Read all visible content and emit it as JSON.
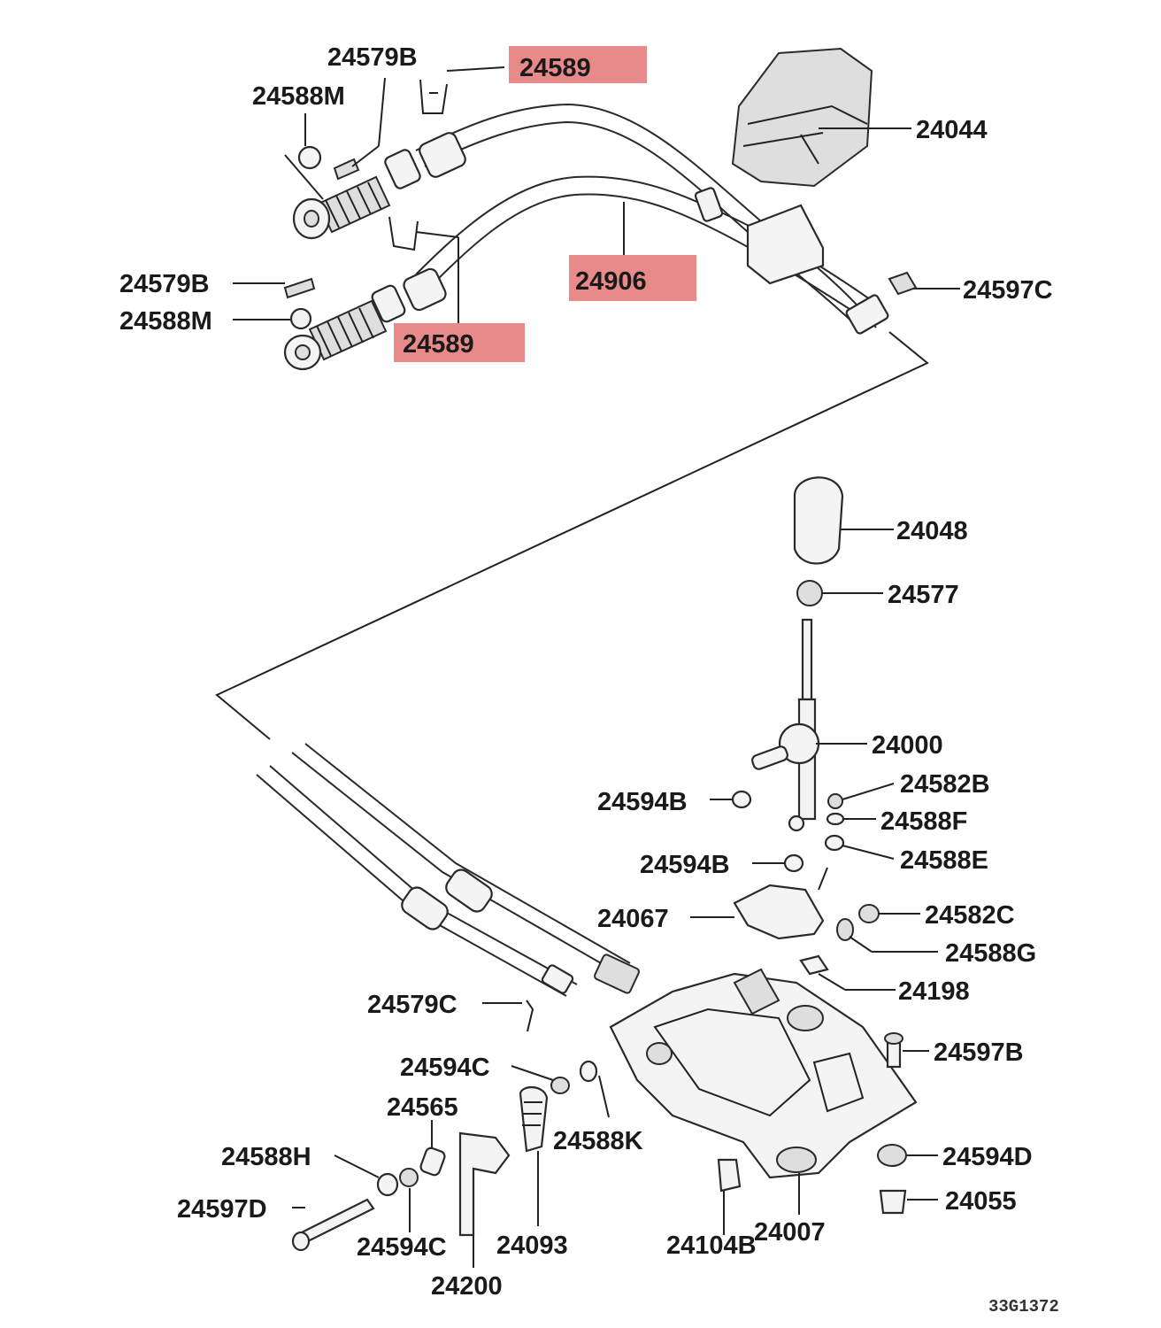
{
  "highlight_color": "#e88a8a",
  "diagram_code": "33G1372",
  "labels": {
    "l24579b_a": "24579B",
    "l24589_a": "24589",
    "l24588m_a": "24588M",
    "l24044": "24044",
    "l24579b_b": "24579B",
    "l24588m_b": "24588M",
    "l24906": "24906",
    "l24589_b": "24589",
    "l24597c": "24597C",
    "l24048": "24048",
    "l24577": "24577",
    "l24000": "24000",
    "l24582b": "24582B",
    "l24594b_a": "24594B",
    "l24588f": "24588F",
    "l24594b_b": "24594B",
    "l24588e": "24588E",
    "l24067": "24067",
    "l24582c": "24582C",
    "l24588g": "24588G",
    "l24198": "24198",
    "l24579c": "24579C",
    "l24597b": "24597B",
    "l24594c_a": "24594C",
    "l24565": "24565",
    "l24588k": "24588K",
    "l24588h": "24588H",
    "l24594d": "24594D",
    "l24597d": "24597D",
    "l24055": "24055",
    "l24007": "24007",
    "l24594c_b": "24594C",
    "l24093": "24093",
    "l24104b": "24104B",
    "l24200": "24200"
  }
}
